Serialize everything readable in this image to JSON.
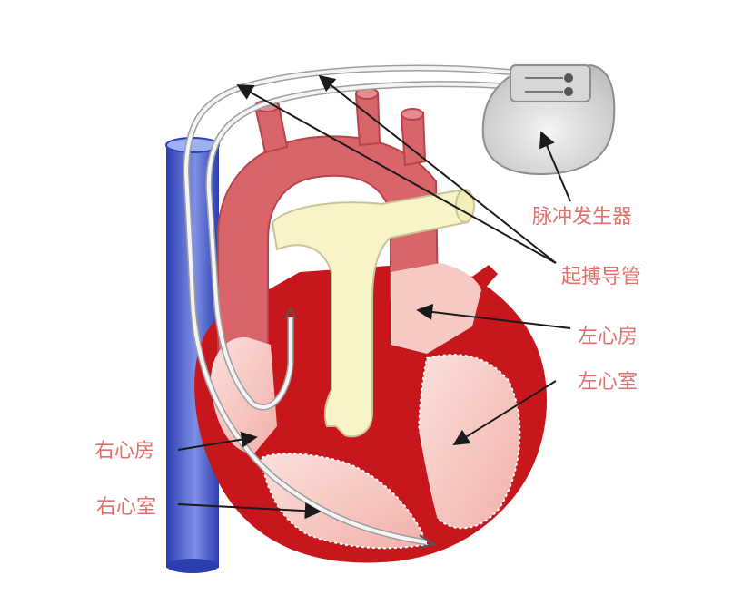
{
  "labels": {
    "pulse_generator": "脉冲发生器",
    "pacing_lead": "起搏导管",
    "left_atrium": "左心房",
    "left_ventricle": "左心室",
    "right_atrium": "右心房",
    "right_ventricle": "右心室"
  },
  "colors": {
    "label": "#e2706a",
    "aorta": "#d9656b",
    "heart_dark_red": "#c8161d",
    "chamber_pink": "#f6c9c4",
    "pulmonary": "#f8f4c8",
    "vena_cava": "#3b52c8",
    "lead": "#cfcfcf",
    "generator": "#e2e2e2"
  }
}
